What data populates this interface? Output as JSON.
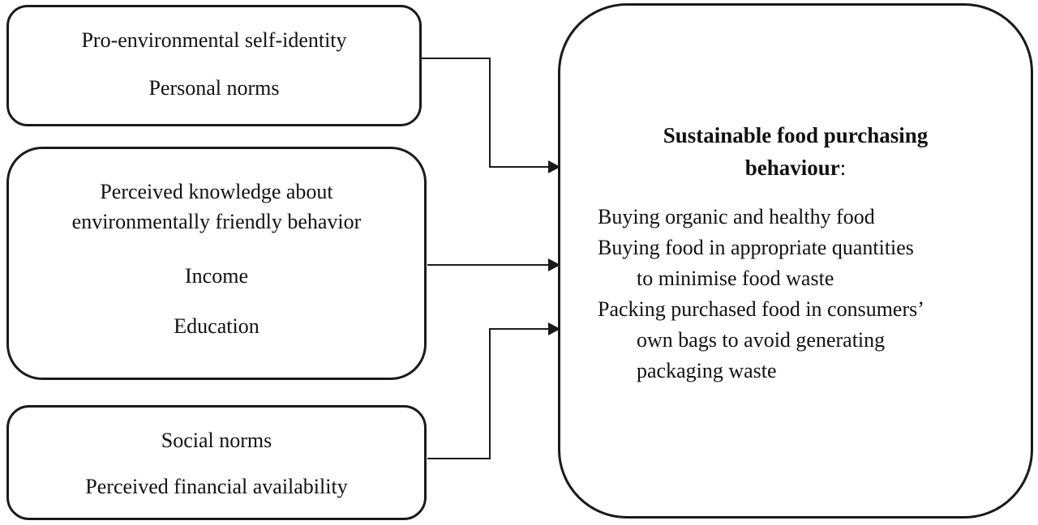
{
  "figure": {
    "colors": {
      "background": "#ffffff",
      "stroke": "#1a1a1a",
      "text": "#111111"
    },
    "antecedent_boxes": [
      {
        "lines": [
          "Pro-environmental self-identity",
          "Personal norms"
        ]
      },
      {
        "lines": [
          "Perceived knowledge about",
          "environmentally friendly behavior",
          "Income",
          "Education"
        ]
      },
      {
        "lines": [
          "Social norms",
          "Perceived financial availability"
        ]
      }
    ],
    "outcome_box": {
      "title_line1": "Sustainable food purchasing",
      "title_line2": "behaviour",
      "title_colon": ":",
      "items": [
        "Buying organic and healthy food",
        "Buying food in appropriate quantities",
        "to minimise food waste",
        "Packing purchased food in consumers’",
        "own bags to avoid generating",
        "packaging waste"
      ]
    }
  }
}
